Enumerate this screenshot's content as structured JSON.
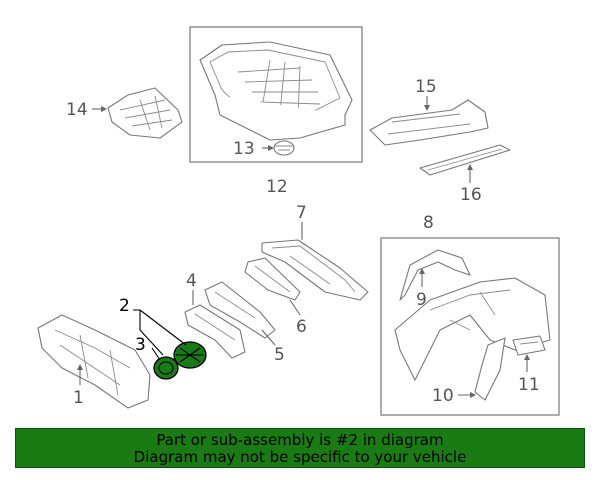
{
  "diagram": {
    "callouts": {
      "c1": "1",
      "c2": "2",
      "c3": "3",
      "c4": "4",
      "c5": "5",
      "c6": "6",
      "c7": "7",
      "c8": "8",
      "c9": "9",
      "c10": "10",
      "c11": "11",
      "c12": "12",
      "c13": "13",
      "c14": "14",
      "c15": "15",
      "c16": "16"
    },
    "highlighted_part": "2",
    "colors": {
      "highlight": "#1a7a1a",
      "banner": "#1a7a14",
      "line_art": "#777777"
    }
  },
  "banner": {
    "line1": "Part or sub-assembly is #2 in diagram",
    "line2": "Diagram may not be specific to your vehicle"
  }
}
